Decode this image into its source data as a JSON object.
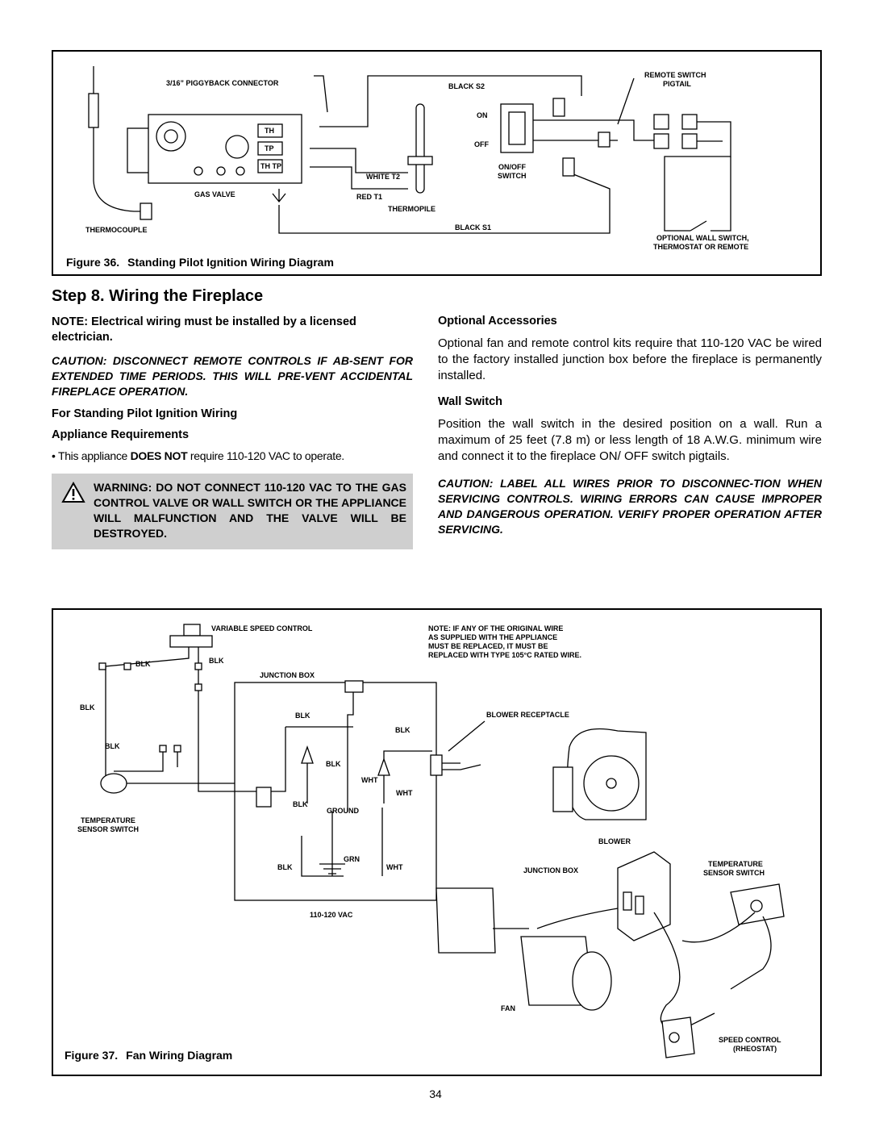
{
  "figure36": {
    "number": "Figure 36.",
    "caption": "Standing Pilot Ignition Wiring Diagram",
    "labels": {
      "piggyback": "3/16” PIGGYBACK CONNECTOR",
      "gas_valve": "GAS VALVE",
      "thermocouple": "THERMOCOUPLE",
      "black_s2": "BLACK S2",
      "white_t2": "WHITE T2",
      "red_t1": "RED T1",
      "thermopile": "THERMOPILE",
      "black_s1": "BLACK S1",
      "on": "ON",
      "off": "OFF",
      "onoff_switch_1": "ON/OFF",
      "onoff_switch_2": "SWITCH",
      "remote_switch_1": "REMOTE SWITCH",
      "remote_switch_2": "PIGTAIL",
      "optional_wall_1": "OPTIONAL WALL SWITCH,",
      "optional_wall_2": "THERMOSTAT OR REMOTE",
      "th": "TH",
      "tp": "TP",
      "thtp": "TH TP"
    }
  },
  "step": {
    "title": "Step 8.  Wiring the Fireplace"
  },
  "left": {
    "note": "NOTE: Electrical wiring must be installed by a licensed electrician.",
    "caution": "CAUTION: DISCONNECT REMOTE CONTROLS IF AB-SENT FOR EXTENDED TIME PERIODS. THIS WILL PRE-VENT ACCIDENTAL FIREPLACE OPERATION.",
    "heading1": "For Standing Pilot Ignition Wiring",
    "heading2": "Appliance Requirements",
    "bullet_pre": "• This appliance ",
    "bullet_bold": "DOES NOT",
    "bullet_post": " require 110-120 VAC to operate.",
    "warning": "WARNING: DO NOT CONNECT 110-120 VAC TO THE GAS CONTROL VALVE OR WALL SWITCH OR THE APPLIANCE WILL MALFUNCTION AND THE VALVE WILL BE DESTROYED."
  },
  "right": {
    "heading1": "Optional Accessories",
    "para1": "Optional fan and remote control kits require that 110-120 VAC be wired to the factory installed junction box before the fireplace is permanently installed.",
    "heading2": "Wall Switch",
    "para2": "Position the wall switch in the desired position on a wall. Run a maximum of 25 feet (7.8 m) or less length of 18 A.W.G. minimum wire and connect it to the fireplace ON/ OFF switch pigtails.",
    "caution": "CAUTION: LABEL ALL WIRES PRIOR TO DISCONNEC-TION WHEN SERVICING CONTROLS. WIRING ERRORS CAN CAUSE IMPROPER AND DANGEROUS OPERATION. VERIFY PROPER OPERATION AFTER SERVICING."
  },
  "figure37": {
    "number": "Figure 37.",
    "caption": "Fan Wiring Diagram",
    "labels": {
      "variable_speed": "VARIABLE SPEED CONTROL",
      "note1": "NOTE: IF ANY OF THE ORIGINAL WIRE",
      "note2": "AS SUPPLIED WITH THE APPLIANCE",
      "note3": "MUST BE REPLACED, IT MUST BE",
      "note4": "REPLACED WITH TYPE 105°C RATED WIRE.",
      "blk": "BLK",
      "junction_box": "JUNCTION BOX",
      "blower_receptacle": "BLOWER RECEPTACLE",
      "wht": "WHT",
      "ground": "GROUND",
      "grn": "GRN",
      "vac": "110-120 VAC",
      "temp_sensor_1": "TEMPERATURE",
      "temp_sensor_2": "SENSOR SWITCH",
      "blower": "BLOWER",
      "fan": "FAN",
      "speed_control_1": "SPEED CONTROL",
      "speed_control_2": "(RHEOSTAT)"
    }
  },
  "page_number": "34"
}
